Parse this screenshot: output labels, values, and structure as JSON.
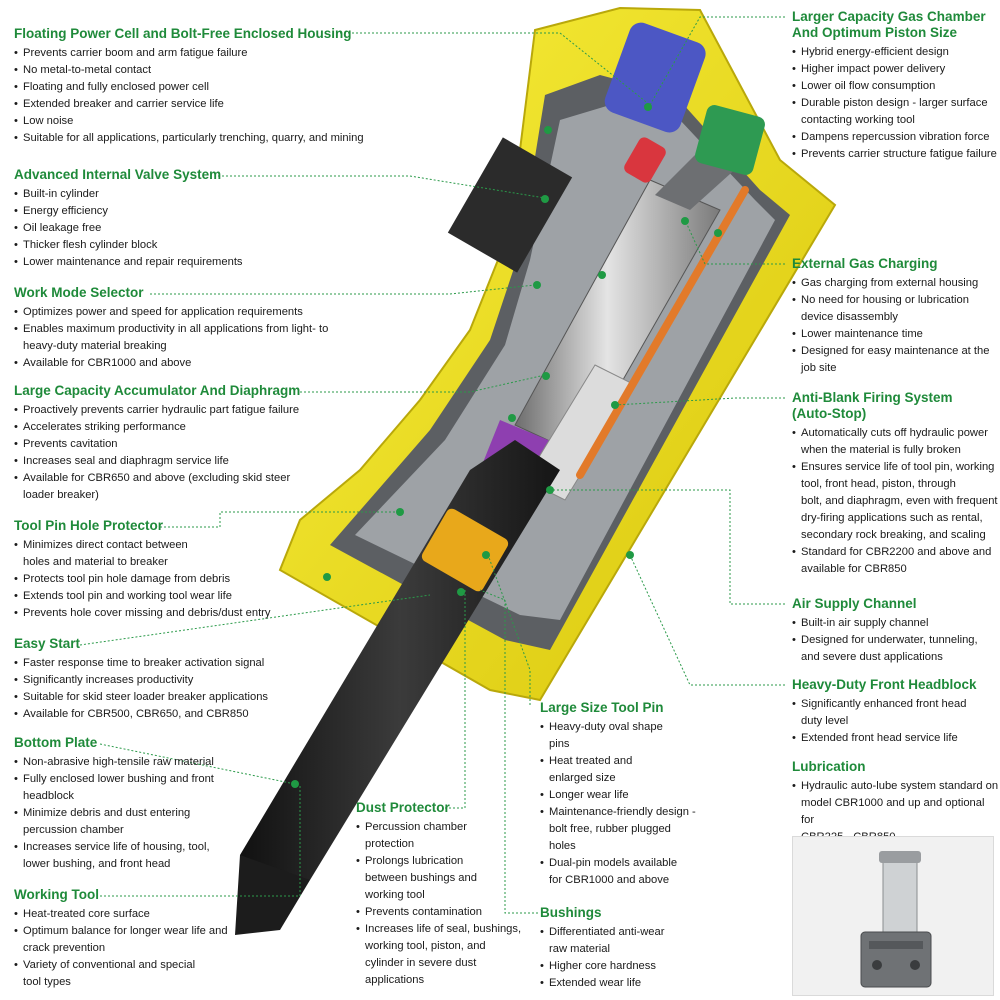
{
  "colors": {
    "heading": "#1f8a3a",
    "housing": "#f2e51f",
    "leader": "#2b9a4a"
  },
  "features": [
    {
      "title": "Floating Power Cell and Bolt-Free Enclosed Housing",
      "items": [
        "Prevents carrier boom and arm fatigue failure",
        "No metal-to-metal contact",
        "Floating and fully enclosed power cell",
        "Extended breaker and carrier service life",
        "Low noise",
        "Suitable for all applications, particularly trenching, quarry, and mining"
      ]
    },
    {
      "title": "Advanced Internal Valve System",
      "items": [
        "Built-in cylinder",
        "Energy efficiency",
        "Oil leakage free",
        "Thicker flesh cylinder block",
        "Lower maintenance and repair requirements"
      ]
    },
    {
      "title": "Work Mode Selector",
      "items": [
        "Optimizes power and speed for application requirements",
        "Enables maximum productivity in all applications from light- to\nheavy-duty material breaking",
        "Available for CBR1000 and above"
      ]
    },
    {
      "title": "Large Capacity Accumulator And Diaphragm",
      "items": [
        "Proactively prevents carrier hydraulic part fatigue failure",
        "Accelerates striking performance",
        "Prevents cavitation",
        "Increases seal and diaphragm service life",
        "Available for CBR650 and above (excluding skid steer\nloader breaker)"
      ]
    },
    {
      "title": "Tool Pin Hole Protector",
      "items": [
        "Minimizes direct contact between\nholes and material to breaker",
        "Protects tool pin hole damage from debris",
        "Extends tool pin and working tool wear life",
        "Prevents hole cover missing and debris/dust entry"
      ]
    },
    {
      "title": "Easy Start",
      "items": [
        "Faster response time to breaker activation signal",
        "Significantly increases productivity",
        "Suitable for skid steer loader breaker applications",
        "Available for CBR500, CBR650, and CBR850"
      ]
    },
    {
      "title": "Bottom Plate",
      "items": [
        "Non-abrasive high-tensile raw material",
        "Fully enclosed lower bushing and front\nheadblock",
        "Minimize debris and dust entering\npercussion chamber",
        "Increases service life of housing, tool,\nlower bushing, and front head"
      ]
    },
    {
      "title": "Working Tool",
      "items": [
        "Heat-treated core surface",
        "Optimum balance for longer wear life and\ncrack prevention",
        "Variety of conventional and special\ntool types"
      ]
    },
    {
      "title": "Dust Protector",
      "items": [
        "Percussion chamber\nprotection",
        "Prolongs lubrication\nbetween bushings and\nworking tool",
        "Prevents contamination",
        "Increases life of seal, bushings,\nworking tool, piston, and\ncylinder in severe dust\napplications"
      ]
    },
    {
      "title": "Large Size Tool Pin",
      "items": [
        "Heavy-duty oval shape\npins",
        "Heat treated and\nenlarged size",
        "Longer wear life",
        "Maintenance-friendly design -\nbolt free, rubber plugged\nholes",
        "Dual-pin models available\nfor CBR1000 and above"
      ]
    },
    {
      "title": "Bushings",
      "items": [
        "Differentiated anti-wear\nraw material",
        "Higher core hardness",
        "Extended wear life"
      ]
    },
    {
      "title": "Larger Capacity Gas Chamber\nAnd Optimum Piston Size",
      "items": [
        "Hybrid energy-efficient design",
        "Higher impact power delivery",
        "Lower oil flow consumption",
        "Durable piston design - larger surface\ncontacting working tool",
        "Dampens repercussion vibration force",
        "Prevents carrier structure fatigue failure"
      ]
    },
    {
      "title": "External Gas Charging",
      "items": [
        "Gas charging from external housing",
        "No need for housing or lubrication\ndevice disassembly",
        "Lower maintenance time",
        "Designed for easy maintenance at the\njob site"
      ]
    },
    {
      "title": "Anti-Blank Firing System\n(Auto-Stop)",
      "items": [
        "Automatically cuts off hydraulic power\nwhen the material is fully broken",
        "Ensures service life of tool pin, working\ntool, front head, piston, through\nbolt, and diaphragm, even with frequent\ndry-firing applications such as rental,\nsecondary rock breaking, and scaling",
        "Standard for CBR2200 and above and\navailable for CBR850"
      ]
    },
    {
      "title": "Air Supply Channel",
      "items": [
        "Built-in air supply channel",
        "Designed for underwater, tunneling,\nand severe dust applications"
      ]
    },
    {
      "title": "Heavy-Duty Front Headblock",
      "items": [
        "Significantly enhanced front head\nduty level",
        "Extended front head service life"
      ]
    },
    {
      "title": "Lubrication",
      "items": [
        "Hydraulic auto-lube system standard on\nmodel CBR1000 and up and optional for\nCBR225 - CBR850"
      ]
    }
  ]
}
